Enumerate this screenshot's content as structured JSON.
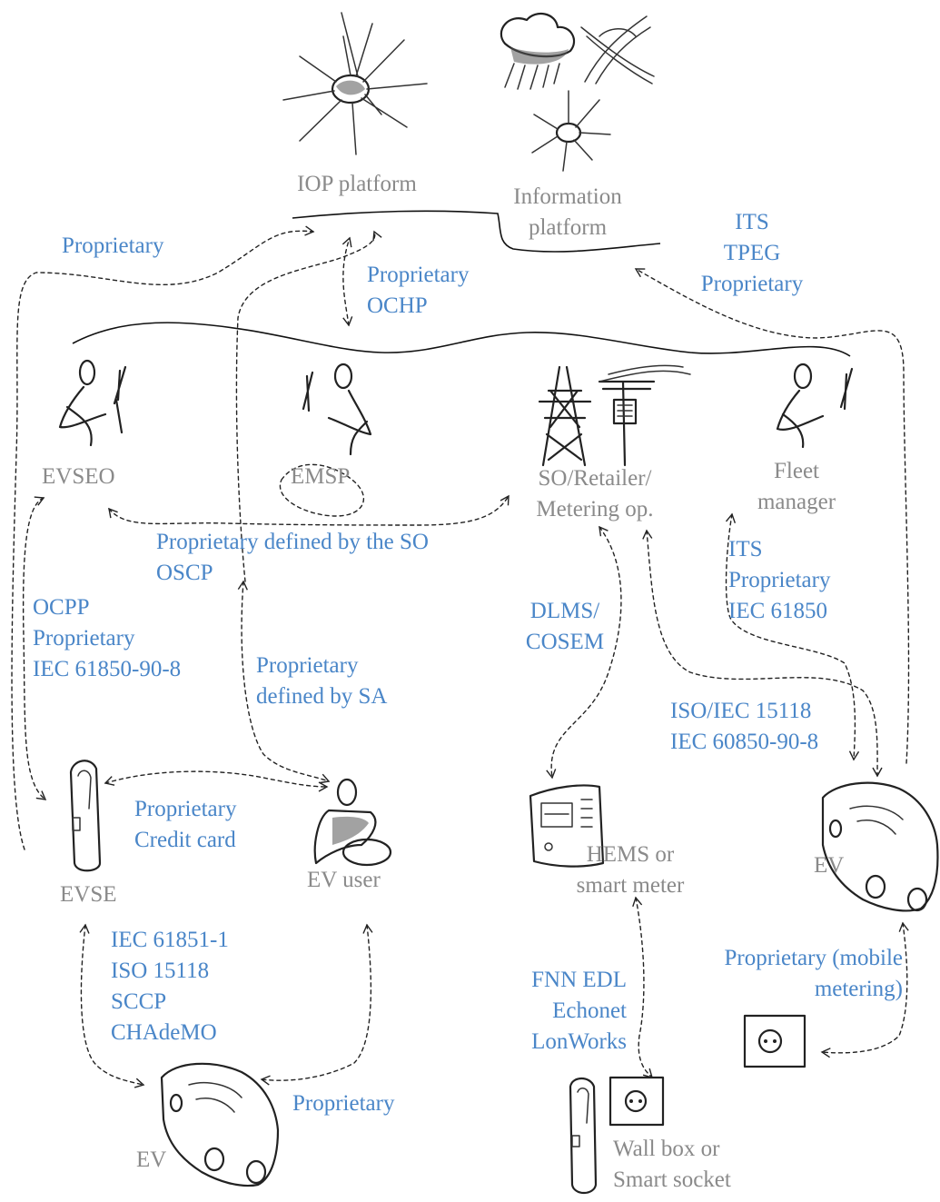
{
  "actors": {
    "iop_platform": "IOP platform",
    "information_platform": [
      "Information",
      "platform"
    ],
    "evseo": "EVSEO",
    "emsp": "EMSP",
    "so_retailer": [
      "SO/Retailer/",
      "Metering op."
    ],
    "fleet_manager": [
      "Fleet",
      "manager"
    ],
    "evse": "EVSE",
    "ev_user": "EV user",
    "hems": [
      "HEMS or",
      "smart meter"
    ],
    "ev_right": "EV",
    "ev_bottom": "EV",
    "wallbox": [
      "Wall box or",
      "Smart socket"
    ]
  },
  "protocols": {
    "evseo_iop": "Proprietary",
    "emsp_iop": [
      "Proprietary",
      "OCHP"
    ],
    "info_fleet": [
      "ITS",
      "TPEG",
      "Proprietary"
    ],
    "evseo_so": [
      "Proprietary defined by the SO",
      "OSCP"
    ],
    "evseo_evse": [
      "OCPP",
      "Proprietary",
      "IEC 61850-90-8"
    ],
    "emsp_user": [
      "Proprietary",
      "defined by SA"
    ],
    "so_hems": [
      "DLMS/",
      "COSEM"
    ],
    "fleet_ev": [
      "ITS",
      "Proprietary",
      "IEC 61850"
    ],
    "so_ev": [
      "ISO/IEC 15118",
      "IEC 60850-90-8"
    ],
    "evse_user": [
      "Proprietary",
      "Credit card"
    ],
    "evse_ev": [
      "IEC 61851-1",
      "ISO 15118",
      "SCCP",
      "CHAdeMO"
    ],
    "user_ev": "Proprietary",
    "hems_wallbox": [
      "FNN EDL",
      "Echonet",
      "LonWorks"
    ],
    "socket_ev": [
      "Proprietary (mobile",
      "metering)"
    ]
  },
  "colors": {
    "actor_text": "#8a8a8a",
    "protocol_text": "#4a86c8",
    "sketch": "#222222"
  },
  "icons": [
    "network-hub-icon",
    "cloud-rain-icon",
    "road-junction-icon",
    "person-at-desk-icon",
    "power-pylon-icon",
    "transformer-pole-icon",
    "charging-station-icon",
    "person-with-card-icon",
    "car-icon",
    "meter-display-icon",
    "power-socket-icon"
  ]
}
